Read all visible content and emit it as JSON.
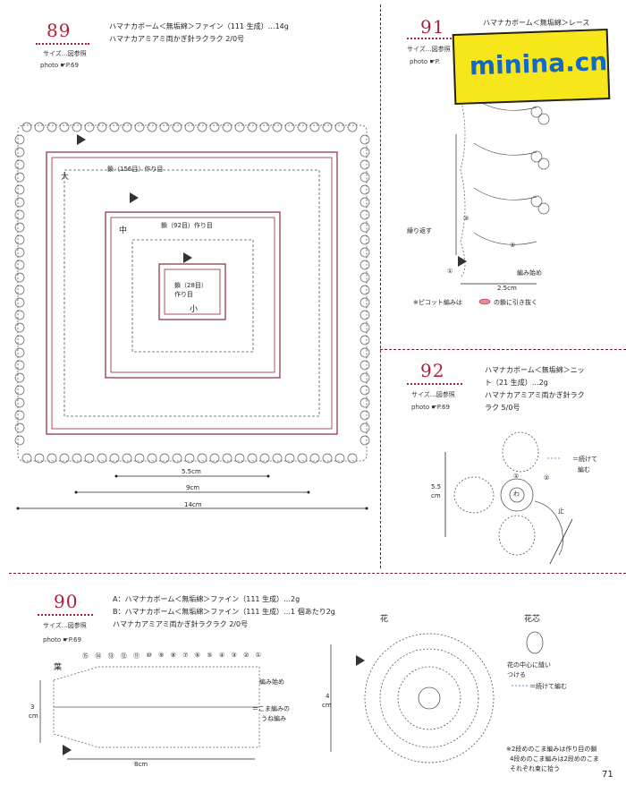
{
  "p89": {
    "number": "89",
    "size_note": "サイズ…図参照",
    "photo": "photo ☛P.69",
    "mat1": "ハマナカボーム＜無垢綿＞ファイン（111 生成）…14g",
    "mat2": "ハマナカアミアミ両かぎ針ラクラク 2/0号",
    "label_large": "大",
    "label_mid": "中",
    "label_small": "小",
    "chain156": "鎖（156目）作り目",
    "chain92": "鎖（92目）作り目",
    "chain28a": "鎖（28目）",
    "chain28b": "作り目",
    "dim1": "5.5cm",
    "dim2": "9cm",
    "dim3": "14cm"
  },
  "p91": {
    "number": "91",
    "size_note": "サイズ…図参照",
    "photo": "photo ☛P.",
    "mat1": "ハマナカボーム＜無垢綿＞レース",
    "repeat": "繰り返す",
    "start": "編み始め",
    "width": "2.5cm",
    "note": "※ピコット編みは",
    "note2": "の鎖に引き抜く",
    "c1": "①",
    "c2": "②",
    "c3": "③"
  },
  "p92": {
    "number": "92",
    "size_note": "サイズ…図参照",
    "photo": "photo ☛P.69",
    "mat1": "ハマナカボーム＜無垢綿＞ニッ",
    "mat2": "ト（21 生成）…2g",
    "mat3": "ハマナカアミアミ両かぎ針ラク",
    "mat4": "ラク 5/0号",
    "cont1": "＝続けて",
    "cont2": "編む",
    "height": "5.5",
    "height_unit": "cm",
    "ring": "わ",
    "c1": "①",
    "c2": "②",
    "end": "止"
  },
  "p90": {
    "number": "90",
    "size_note": "サイズ…図参照",
    "photo": "photo ☛P.69",
    "matA": "A：ハマナカボーム＜無垢綿＞ファイン（111 生成）…2g",
    "matB": "B：ハマナカボーム＜無垢綿＞ファイン（111 生成）…1 個あたり2g",
    "matC": "ハマナカアミアミ両かぎ針ラクラク 2/0号",
    "leaf": "葉",
    "flower": "花",
    "core": "花芯",
    "start": "編み始め",
    "sc_back1": "＝こま編みの",
    "sc_back2": "うね編み",
    "h3cm": "3",
    "h3unit": "cm",
    "w8cm": "8cm",
    "h4cm": "4",
    "h4unit": "cm",
    "core_note1": "花の中心に縫い",
    "core_note2": "つける",
    "cont": "＝続けて編む",
    "note1": "※2段めのこま編みは作り目の鎖",
    "note2": "4段めのこま編みは2段めのこま",
    "note3": "それぞれ束に拾う",
    "row_numbers": [
      "⑮",
      "⑭",
      "⑬",
      "⑫",
      "⑪",
      "⑩",
      "⑨",
      "⑧",
      "⑦",
      "⑥",
      "⑤",
      "④",
      "③",
      "②",
      "①"
    ]
  },
  "watermark": "minina.cn",
  "page_number": "71",
  "colors": {
    "accent": "#b21e3a",
    "divider": "#6b1a2b",
    "watermark_bg": "#f7e61a",
    "watermark_text": "#1268c4"
  }
}
